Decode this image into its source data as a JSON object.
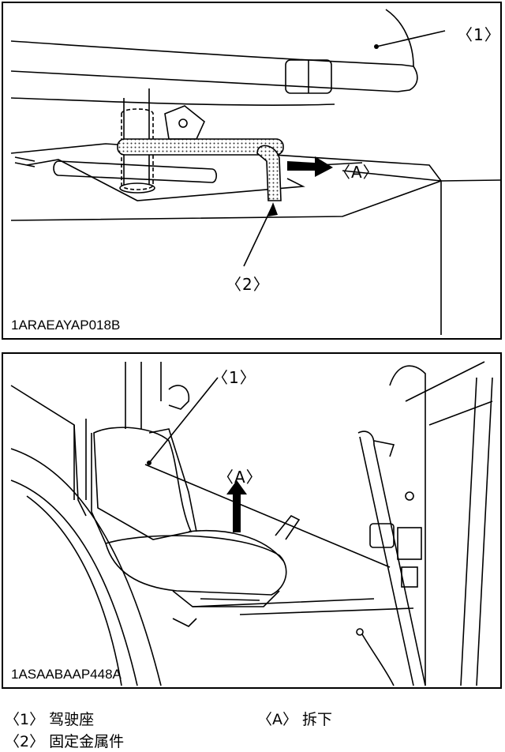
{
  "figure1": {
    "code": "1ARAEAYAP018B",
    "callout_1": "〈1〉",
    "callout_2": "〈2〉",
    "callout_A": "〈A〉"
  },
  "figure2": {
    "code": "1ASAABAAP448A",
    "callout_1": "〈1〉",
    "callout_A": "〈A〉"
  },
  "legend": {
    "item1": "〈1〉 驾驶座",
    "item2": "〈2〉 固定金属件",
    "itemA": "〈A〉 拆下"
  },
  "icons": [
    "removal-arrow-icon",
    "lift-arrow-icon"
  ]
}
